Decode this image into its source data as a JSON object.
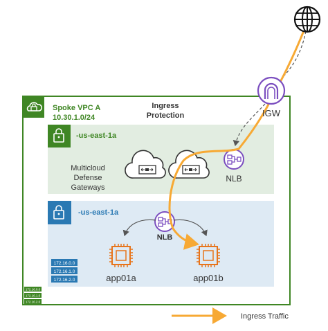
{
  "vpc": {
    "name": "Spoke VPC A",
    "cidr": "10.30.1.0/24",
    "section_title_line1": "Ingress",
    "section_title_line2": "Protection"
  },
  "igw": {
    "label": "IGW"
  },
  "subnet_public": {
    "az": "-us-east-1a",
    "gateway_label_line1": "Multicloud",
    "gateway_label_line2": "Defense",
    "gateway_label_line3": "Gateways",
    "nlb_label": "NLB"
  },
  "subnet_private": {
    "az": "-us-east-1a",
    "nlb_label": "NLB",
    "app_a": "app01a",
    "app_b": "app01b",
    "routes": [
      "172.16.0.0",
      "172.16.1.0",
      "172.16.2.0"
    ]
  },
  "vpc_routes": [
    "172.16.0.0",
    "172.16.1.0",
    "172.16.2.0"
  ],
  "legend": {
    "label": "Ingress Traffic"
  },
  "colors": {
    "vpc_border": "#3f8624",
    "public_fill": "#e2ede1",
    "private_fill": "#deeaf4",
    "private_icon": "#2a79b3",
    "nlb": "#7b4ebf",
    "ec2": "#e7741b",
    "traffic": "#f7a934"
  }
}
